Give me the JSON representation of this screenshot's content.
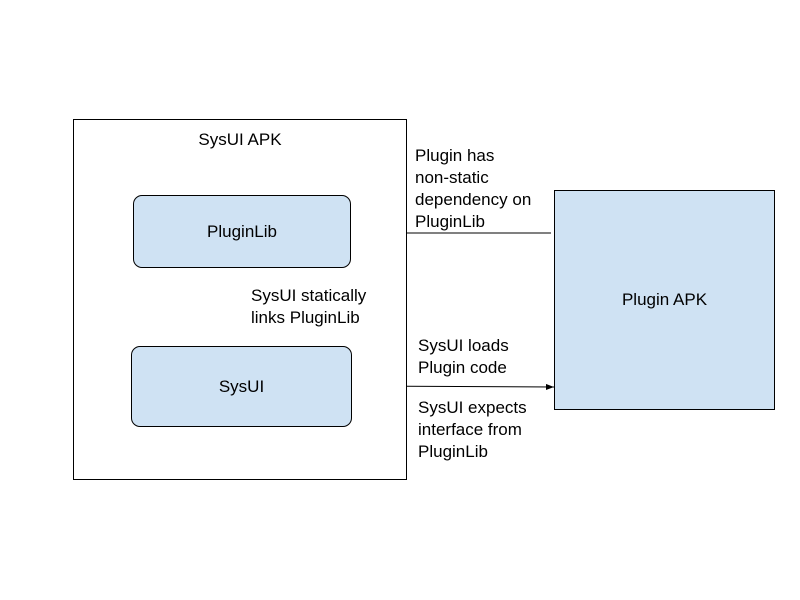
{
  "colors": {
    "node_fill": "#cfe2f3",
    "line": "#000000",
    "background": "#ffffff"
  },
  "containers": {
    "sysui_apk": {
      "title": "SysUI APK"
    },
    "plugin_apk": {
      "label": "Plugin APK"
    }
  },
  "nodes": {
    "pluginlib": {
      "label": "PluginLib"
    },
    "sysui": {
      "label": "SysUI"
    }
  },
  "edges": {
    "static_link": {
      "label": "SysUI statically\nlinks PluginLib"
    },
    "non_static_dependency": {
      "label": "Plugin has\nnon-static\ndependency on\nPluginLib"
    },
    "loads_code": {
      "label": "SysUI loads\nPlugin code"
    },
    "expects_interface": {
      "label": "SysUI expects\ninterface from\nPluginLib"
    }
  }
}
